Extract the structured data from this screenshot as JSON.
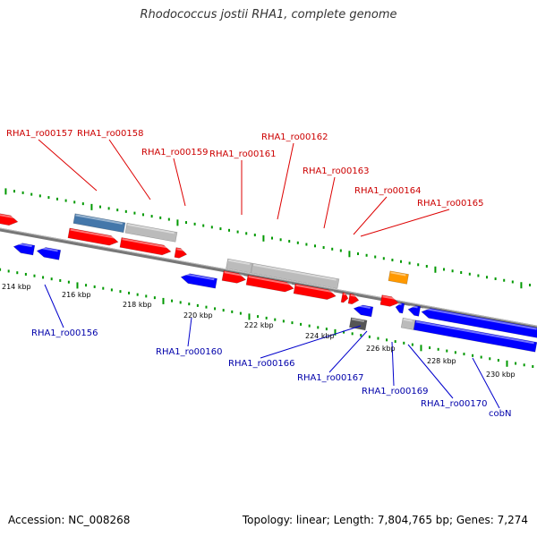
{
  "header": {
    "title": "Rhodococcus jostii RHA1, complete genome"
  },
  "footer": {
    "accession": "Accession: NC_008268",
    "stats": "Topology: linear; Length: 7,804,765 bp; Genes: 7,274"
  },
  "colors": {
    "forward_gene": "#ff0000",
    "reverse_gene": "#0000ff",
    "pseudo_gene": "#bbbbbb",
    "rrna_like": "#ff9900",
    "steel_gene": "#4477aa",
    "dark_gene": "#555555",
    "tick": "#009900",
    "backbone": "#777777"
  },
  "scale": {
    "tick_labels": [
      "214 kbp",
      "216 kbp",
      "218 kbp",
      "220 kbp",
      "222 kbp",
      "224 kbp",
      "226 kbp",
      "228 kbp",
      "230 kbp"
    ]
  },
  "forward_labels": [
    "RHA1_ro00157",
    "RHA1_ro00158",
    "RHA1_ro00159",
    "RHA1_ro00161",
    "RHA1_ro00162",
    "RHA1_ro00163",
    "RHA1_ro00164",
    "RHA1_ro00165"
  ],
  "reverse_labels": [
    "RHA1_ro00156",
    "RHA1_ro00160",
    "RHA1_ro00166",
    "RHA1_ro00167",
    "RHA1_ro00169",
    "RHA1_ro00170",
    "cobN"
  ]
}
